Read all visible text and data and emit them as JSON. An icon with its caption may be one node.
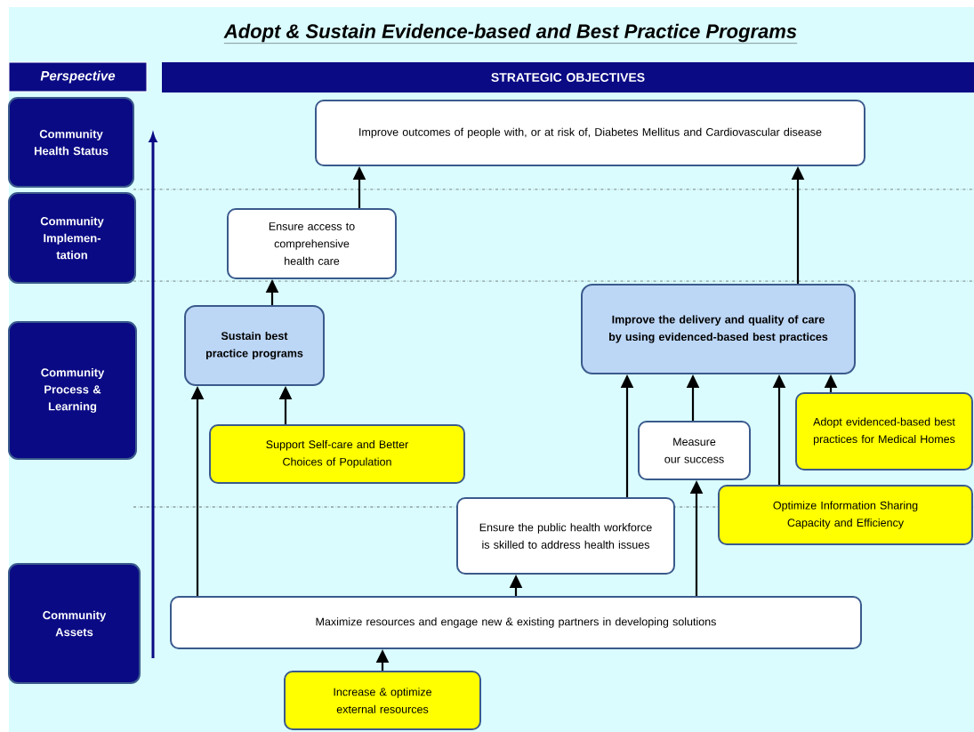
{
  "diagram": {
    "title": "Adopt & Sustain Evidence-based and Best Practice Programs",
    "nodes": [
      {
        "text": [
          "Perspective"
        ]
      },
      {
        "text": [
          "STRATEGIC OBJECTIVES"
        ]
      },
      {
        "text": [
          "Community Health Status"
        ]
      },
      {
        "text": [
          "Community Implemen-tation"
        ]
      },
      {
        "text": [
          "Community Process & Learning"
        ]
      },
      {
        "text": [
          "Community Assets"
        ]
      },
      {
        "text": [
          "Improve outcomes of people with, or at risk of, Diabetes Mellitus and Cardiovascular disease"
        ]
      },
      {
        "text": [
          "Ensure access to comprehensive health care"
        ]
      },
      {
        "text": [
          "Sustain best practice programs"
        ]
      },
      {
        "text": [
          "Improve the delivery and quality of care by using evidenced-based best practices"
        ]
      },
      {
        "text": [
          "Support Self-care and Better Choices of Population"
        ]
      },
      {
        "text": [
          "Measure our success"
        ]
      },
      {
        "text": [
          "Adopt evidenced-based best practices for Medical Homes"
        ]
      },
      {
        "text": [
          "Ensure the public health workforce is skilled to address health issues"
        ]
      },
      {
        "text": [
          "Optimize Information Sharing Capacity and Efficiency"
        ]
      },
      {
        "text": [
          "Maximize resources and engage new & existing partners in developing solutions"
        ]
      },
      {
        "text": [
          "Increase & optimize external resources"
        ]
      }
    ],
    "edges": [
      {
        "from": 15,
        "to": 8,
        "arrow": "to"
      },
      {
        "from": 10,
        "to": 8,
        "arrow": "to"
      },
      {
        "from": 8,
        "to": 7,
        "arrow": "to"
      },
      {
        "from": 7,
        "to": 6,
        "arrow": "to"
      },
      {
        "from": 9,
        "to": 6,
        "arrow": "to"
      },
      {
        "from": 13,
        "to": 9,
        "arrow": "to"
      },
      {
        "from": 11,
        "to": 9,
        "arrow": "to"
      },
      {
        "from": 14,
        "to": 9,
        "arrow": "to"
      },
      {
        "from": 12,
        "to": 9,
        "arrow": "to"
      },
      {
        "from": 15,
        "to": 13,
        "arrow": "to"
      },
      {
        "from": 15,
        "to": 11,
        "arrow": "to"
      },
      {
        "from": 16,
        "to": 15,
        "arrow": "to"
      }
    ]
  }
}
